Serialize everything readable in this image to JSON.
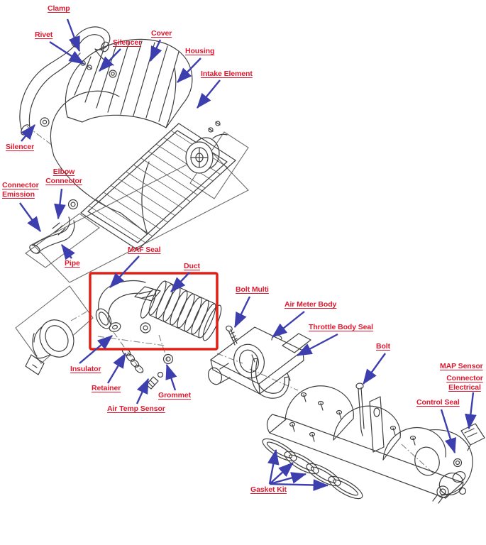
{
  "diagram": {
    "description": "Exploded parts diagram of an engine air intake system with labeled callouts",
    "colors": {
      "label": "#e0182f",
      "arrow": "#3d3fae",
      "highlight_box": "#e02015",
      "line_art": "#3f3f3f"
    },
    "highlight": {
      "shape": "red rectangle",
      "encloses": [
        "MAF Seal",
        "Duct"
      ]
    },
    "labels": {
      "clamp": "Clamp",
      "rivet": "Rivet",
      "silencer_top": "Silencer",
      "cover": "Cover",
      "housing": "Housing",
      "intake_element": "Intake Element",
      "silencer_left": "Silencer",
      "elbow_connector": "Elbow\nConnector",
      "connector_emission": "Connector\nEmission",
      "pipe": "Pipe",
      "maf_seal": "MAF Seal",
      "duct": "Duct",
      "bolt_multi": "Bolt Multi",
      "air_meter_body": "Air Meter Body",
      "throttle_body_seal": "Throttle Body Seal",
      "bolt": "Bolt",
      "map_sensor": "MAP Sensor",
      "connector_electrical": "Connector\nElectrical",
      "control_seal": "Control Seal",
      "insulator": "Insulator",
      "retainer": "Retainer",
      "grommet": "Grommet",
      "air_temp_sensor": "Air Temp Sensor",
      "gasket_kit": "Gasket Kit"
    }
  }
}
